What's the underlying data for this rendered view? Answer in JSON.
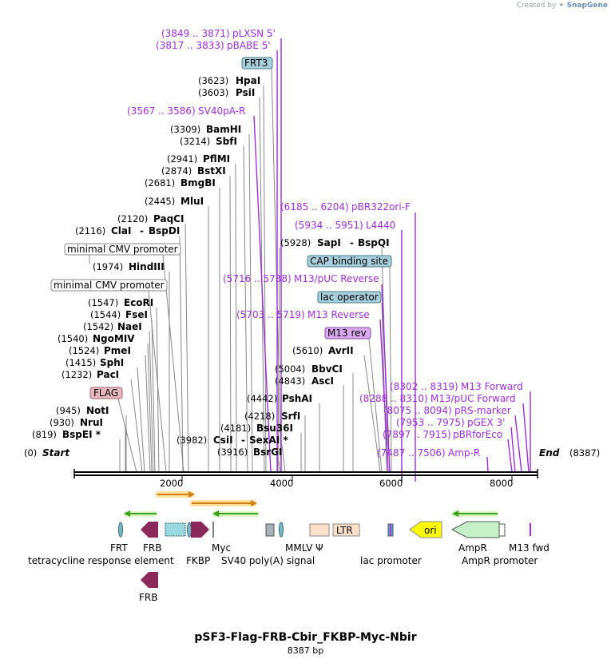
{
  "credit": {
    "prefix": "Created by",
    "brand": "SnapGene"
  },
  "plasmid": {
    "name": "pSF3-Flag-FRB-Cbir_FKBP-Myc-Nbir",
    "length_label": "8387 bp"
  },
  "ends": {
    "start_pos": "(0)",
    "start": "Start",
    "end": "End",
    "end_pos": "(8387)"
  },
  "ruler_ticks": [
    "2000",
    "4000",
    "6000",
    "8000"
  ],
  "enzymes": [
    {
      "pos": "(819)",
      "name": "BspEI *"
    },
    {
      "pos": "(930)",
      "name": "NruI"
    },
    {
      "pos": "(945)",
      "name": "NotI"
    },
    {
      "pos": "(1232)",
      "name": "PacI"
    },
    {
      "pos": "(1415)",
      "name": "SphI"
    },
    {
      "pos": "(1524)",
      "name": "PmeI"
    },
    {
      "pos": "(1540)",
      "name": "NgoMIV"
    },
    {
      "pos": "(1542)",
      "name": "NaeI"
    },
    {
      "pos": "(1544)",
      "name": "FseI"
    },
    {
      "pos": "(1547)",
      "name": "EcoRI"
    },
    {
      "pos": "(1974)",
      "name": "HindIII"
    },
    {
      "pos": "(2116)",
      "name": "ClaI"
    },
    {
      "pos": "",
      "name": "BspDI"
    },
    {
      "pos": "(2120)",
      "name": "PaqCI"
    },
    {
      "pos": "(2445)",
      "name": "MluI"
    },
    {
      "pos": "(2681)",
      "name": "BmgBI"
    },
    {
      "pos": "(2874)",
      "name": "BstXI"
    },
    {
      "pos": "(2941)",
      "name": "PflMI"
    },
    {
      "pos": "(3214)",
      "name": "SbfI"
    },
    {
      "pos": "(3309)",
      "name": "BamHI"
    },
    {
      "pos": "(3603)",
      "name": "PsiI"
    },
    {
      "pos": "(3623)",
      "name": "HpaI"
    },
    {
      "pos": "(3916)",
      "name": "BsrGI"
    },
    {
      "pos": "(3982)",
      "name": "CsiI"
    },
    {
      "pos": "",
      "name": "SexAI *"
    },
    {
      "pos": "(4181)",
      "name": "Bsu36I"
    },
    {
      "pos": "(4218)",
      "name": "SrfI"
    },
    {
      "pos": "(4442)",
      "name": "PshAI"
    },
    {
      "pos": "(4843)",
      "name": "AscI"
    },
    {
      "pos": "(5004)",
      "name": "BbvCI"
    },
    {
      "pos": "(5610)",
      "name": "AvrII"
    },
    {
      "pos": "(5928)",
      "name": "SapI"
    },
    {
      "pos": "",
      "name": "BspQI"
    }
  ],
  "primers": [
    {
      "range": "(3849 .. 3871)",
      "name": "pLXSN 5'"
    },
    {
      "range": "(3817 .. 3833)",
      "name": "pBABE 5'"
    },
    {
      "range": "(3567 .. 3586)",
      "name": "SV40pA-R"
    },
    {
      "range": "(6185 .. 6204)",
      "name": "pBR322ori-F"
    },
    {
      "range": "(5934 .. 5951)",
      "name": "L4440"
    },
    {
      "range": "(5716 .. 5738)",
      "name": "M13/pUC Reverse"
    },
    {
      "range": "(5703 .. 5719)",
      "name": "M13 Reverse"
    },
    {
      "range": "(8302 .. 8319)",
      "name": "M13 Forward"
    },
    {
      "range": "(8288 .. 8310)",
      "name": "M13/pUC Forward"
    },
    {
      "range": "(8075 .. 8094)",
      "name": "pRS-marker"
    },
    {
      "range": "(7953 .. 7975)",
      "name": "pGEX 3'"
    },
    {
      "range": "(7897 .. 7915)",
      "name": "pBRforEco"
    },
    {
      "range": "(7487 .. 7506)",
      "name": "Amp-R"
    }
  ],
  "boxed_features": [
    {
      "name": "FRT3",
      "color": "#a8d0dc"
    },
    {
      "name": "minimal CMV promoter",
      "color": "#ffffff"
    },
    {
      "name": "minimal CMV promoter",
      "color": "#ffffff"
    },
    {
      "name": "FLAG",
      "color": "#e8b8c0"
    },
    {
      "name": "CAP binding site",
      "color": "#a8d0dc"
    },
    {
      "name": "lac operator",
      "color": "#a8d0dc"
    },
    {
      "name": "M13 rev",
      "color": "#d9a8f0"
    }
  ],
  "features": {
    "frt": "FRT",
    "frb": "FRB",
    "myc": "Myc",
    "mmlv": "MMLV Ψ",
    "tre": "tetracycline response element",
    "fkbp": "FKBP",
    "sv40pa": "SV40 poly(A) signal",
    "ltr": "LTR",
    "ori": "ori",
    "lacprom": "lac promoter",
    "ampr": "AmpR",
    "m13fwd": "M13 fwd",
    "amprprom": "AmpR promoter",
    "frb2": "FRB"
  },
  "colors": {
    "primer": "#9b30d6",
    "arrow_orange": "#f0a020",
    "arrow_green": "#3aa020",
    "frb": "#8b2a5a",
    "ampr": "#c8f0c8",
    "ori": "#ffff00",
    "ltr": "#ffe0c8"
  }
}
